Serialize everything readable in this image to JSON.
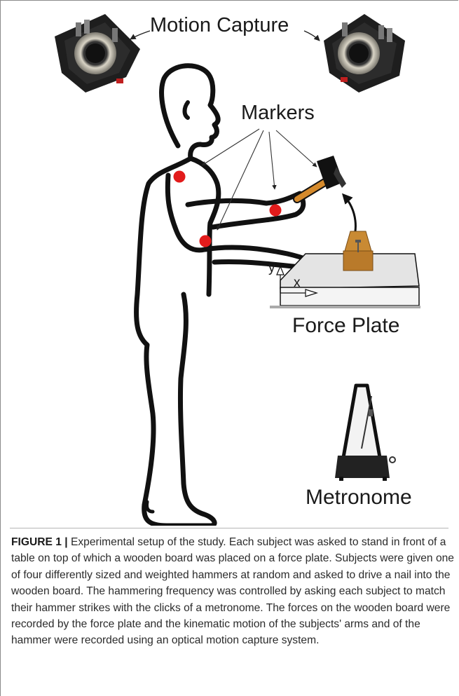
{
  "labels": {
    "motion_capture": "Motion Capture",
    "markers": "Markers",
    "force_plate": "Force Plate",
    "metronome": "Metronome",
    "axis_y": "y",
    "axis_x": "x"
  },
  "caption": {
    "label": "FIGURE 1 |",
    "text": "Experimental setup of the study. Each subject was asked to stand in front of a table on top of which a wooden board was placed on a force plate. Subjects were given one of four differently sized and weighted hammers at random and asked to drive a nail into the wooden board. The hammering frequency was controlled by asking each subject to match their hammer strikes with the clicks of a metronome. The forces on the wooden board were recorded by the force plate and the kinematic motion of the subjects' arms and of the hammer were recorded using an optical motion capture system."
  },
  "colors": {
    "marker": "#e21b1b",
    "hammer_handle": "#d58a2c",
    "wood_block": "#c98a33",
    "plate_top": "#e4e4e4",
    "plate_front": "#f4f4f4",
    "outline": "#111111"
  }
}
